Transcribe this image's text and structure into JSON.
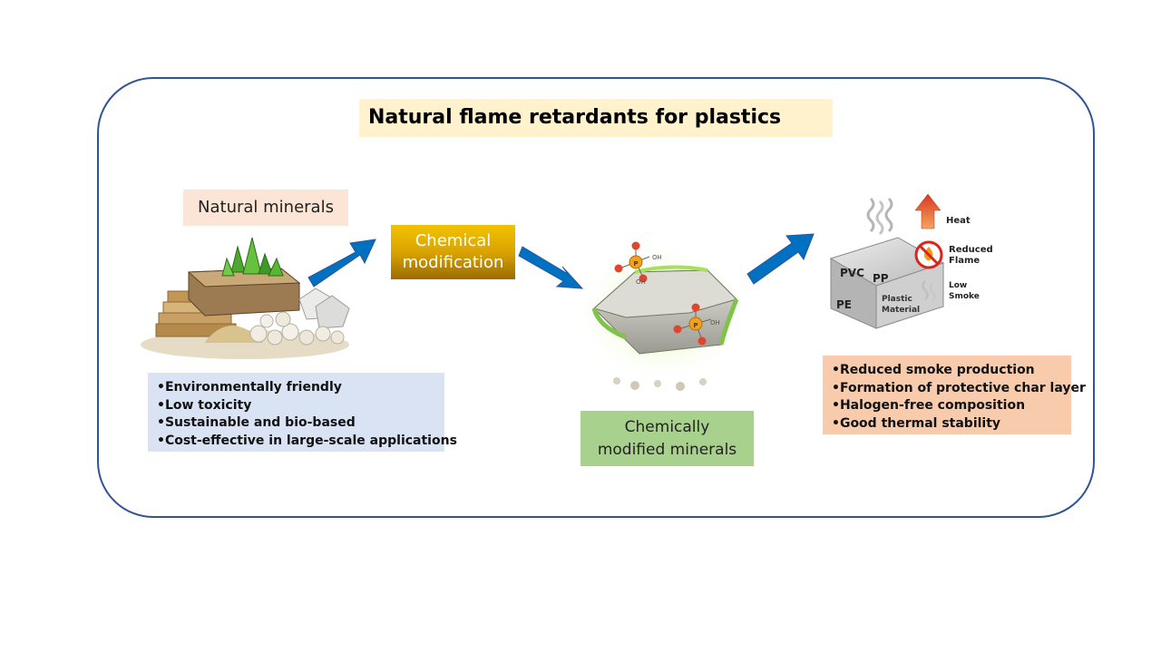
{
  "title": "Natural flame retardants for plastics",
  "natural_label": "Natural minerals",
  "chem_mod": [
    "Chemical",
    "modification"
  ],
  "natural_benefits": [
    "•Environmentally friendly",
    "•Low toxicity",
    "•Sustainable and bio-based",
    "•Cost-effective in large-scale applications"
  ],
  "modified_label": [
    "Chemically",
    "modified minerals"
  ],
  "molecule": {
    "p": "P",
    "oh": "OH"
  },
  "plastics": {
    "pvc": "PVC",
    "pp": "PP",
    "pe": "PE",
    "block": [
      "Plastic",
      "Material"
    ]
  },
  "effects": {
    "heat": "Heat",
    "reduced_flame": [
      "Reduced",
      "Flame"
    ],
    "low_smoke": [
      "Low",
      "Smoke"
    ]
  },
  "plastic_benefits": [
    "•Reduced smoke production",
    "•Formation of protective char layer",
    "•Halogen-free composition",
    "•Good thermal stability"
  ],
  "colors": {
    "frame": "#2f5597",
    "arrow": "#0070c0",
    "title_bg": "#fff2cc",
    "blue_box": "#dae3f3",
    "orange_box": "#f8cbad",
    "green_box": "#a9d18e"
  }
}
